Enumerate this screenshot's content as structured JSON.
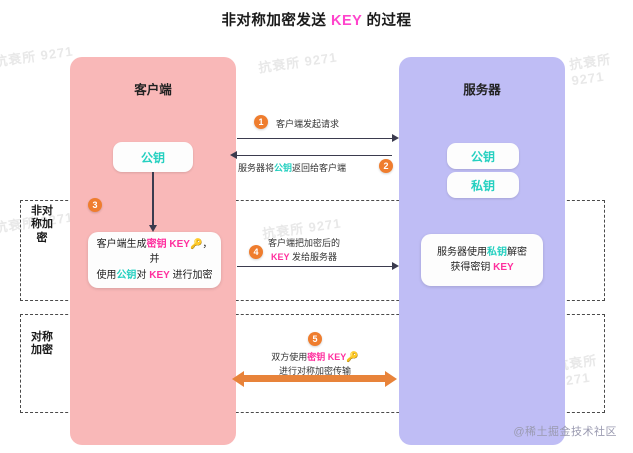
{
  "title": {
    "prefix": "非对称加密发送 ",
    "key": "KEY",
    "suffix": " 的过程"
  },
  "client": {
    "name": "客户端",
    "public_key_chip": "公钥",
    "note": {
      "line1_a": "客户端生成",
      "line1_b": "密钥 KEY",
      "line1_key_glyph": "🔑",
      "line1_c": "，并",
      "line2_a": "使用",
      "line2_b": "公钥",
      "line2_c": "对 ",
      "line2_d": "KEY",
      "line2_e": " 进行加密"
    }
  },
  "server": {
    "name": "服务器",
    "public_key_chip": "公钥",
    "private_key_chip": "私钥",
    "note": {
      "line1_a": "服务器使用",
      "line1_b": "私钥",
      "line1_c": "解密",
      "line2_a": "获得密钥 ",
      "line2_b": "KEY"
    }
  },
  "steps": [
    {
      "number": "1",
      "caption": "客户端发起请求",
      "direction": "right"
    },
    {
      "number": "2",
      "caption_a": "服务器将",
      "caption_b": "公钥",
      "caption_c": "返回给客户端",
      "direction": "left"
    },
    {
      "number": "3",
      "caption": "",
      "direction": "down"
    },
    {
      "number": "4",
      "caption_line1": "客户端把加密后的",
      "caption_line2_a": "KEY",
      "caption_line2_b": " 发给服务器",
      "direction": "right"
    },
    {
      "number": "5",
      "caption_line1_a": "双方使用",
      "caption_line1_b": "密钥 KEY",
      "caption_line1_glyph": "🔑",
      "caption_line2": "进行对称加密传输",
      "direction": "both"
    }
  ],
  "sections": [
    {
      "label": "非对称加密",
      "id": "asymmetric"
    },
    {
      "label": "对称加密",
      "id": "symmetric"
    }
  ],
  "credit": "@稀土掘金技术社区",
  "watermarks": [
    "抗衰所 9271",
    "抗衰所 9271",
    "抗衰所 9271",
    "抗衰所 9271",
    "抗衰所 9271",
    "抗衰所 9271"
  ],
  "colors": {
    "client_panel": "#f9b8b8",
    "server_panel": "#bfbdf5",
    "badge": "#ef7d2e",
    "key_pink": "#ff2f9e",
    "key_cyan": "#25d0c0",
    "title_key": "#ff44cc",
    "orange_arrow": "#e8833a"
  }
}
